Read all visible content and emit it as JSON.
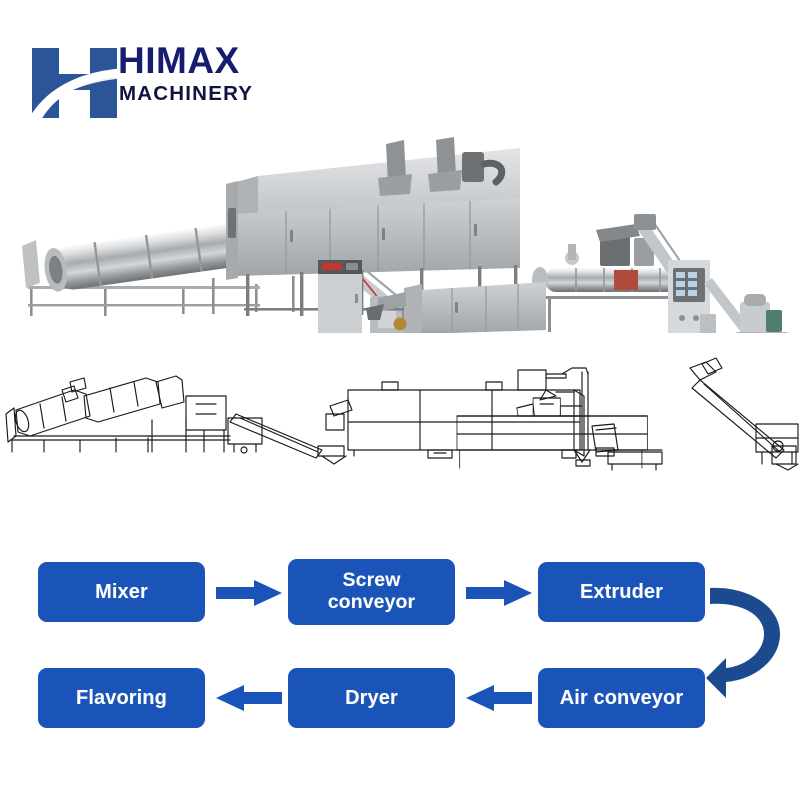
{
  "brand": {
    "mark_icon": "himax-h-swoosh-icon",
    "name_primary": "HIMAX",
    "name_secondary": "MACHINERY",
    "color_mark": "#2b5598",
    "color_primary_text": "#161d6e",
    "color_secondary_text": "#11133f"
  },
  "photo": {
    "alt": "stainless-steel extrusion production line photograph",
    "units": [
      "coating-drum",
      "flavoring-drum",
      "incline-conveyor",
      "multi-layer-dryer",
      "control-cabinet",
      "twin-screw-extruder",
      "air-conveyor",
      "screw-conveyor",
      "mixer"
    ]
  },
  "line_drawing": {
    "alt": "technical line drawing of the same production line",
    "units": [
      "coating-drum",
      "flavoring-drum",
      "incline-conveyor",
      "multi-layer-dryer",
      "air-conveyor",
      "twin-screw-extruder",
      "screw-conveyor",
      "mixer"
    ]
  },
  "flowchart": {
    "box_color": "#1a54b8",
    "arrow_color": "#1a54b8",
    "loop_arrow_color": "#1b4a8f",
    "text_color": "#ffffff",
    "steps": [
      {
        "id": "mixer",
        "label": "Mixer",
        "row": 1,
        "order": 1
      },
      {
        "id": "screw-conveyor",
        "label": "Screw conveyor",
        "row": 1,
        "order": 2
      },
      {
        "id": "extruder",
        "label": "Extruder",
        "row": 1,
        "order": 3
      },
      {
        "id": "air-conveyor",
        "label": "Air conveyor",
        "row": 2,
        "order": 4
      },
      {
        "id": "dryer",
        "label": "Dryer",
        "row": 2,
        "order": 5
      },
      {
        "id": "flavoring",
        "label": "Flavoring",
        "row": 2,
        "order": 6
      }
    ],
    "labels": {
      "mixer": "Mixer",
      "screw_conveyor_line1": "Screw",
      "screw_conveyor_line2": "conveyor",
      "extruder": "Extruder",
      "air_conveyor": "Air conveyor",
      "dryer": "Dryer",
      "flavoring": "Flavoring"
    },
    "arrows": [
      {
        "id": "arrow-mixer-to-screw",
        "direction": "right",
        "icon": "arrow-right-icon"
      },
      {
        "id": "arrow-screw-to-extruder",
        "direction": "right",
        "icon": "arrow-right-icon"
      },
      {
        "id": "arrow-extruder-to-air",
        "direction": "u-turn-down",
        "icon": "curved-arrow-down-icon"
      },
      {
        "id": "arrow-air-to-dryer",
        "direction": "left",
        "icon": "arrow-left-icon"
      },
      {
        "id": "arrow-dryer-to-flavoring",
        "direction": "left",
        "icon": "arrow-left-icon"
      }
    ]
  }
}
